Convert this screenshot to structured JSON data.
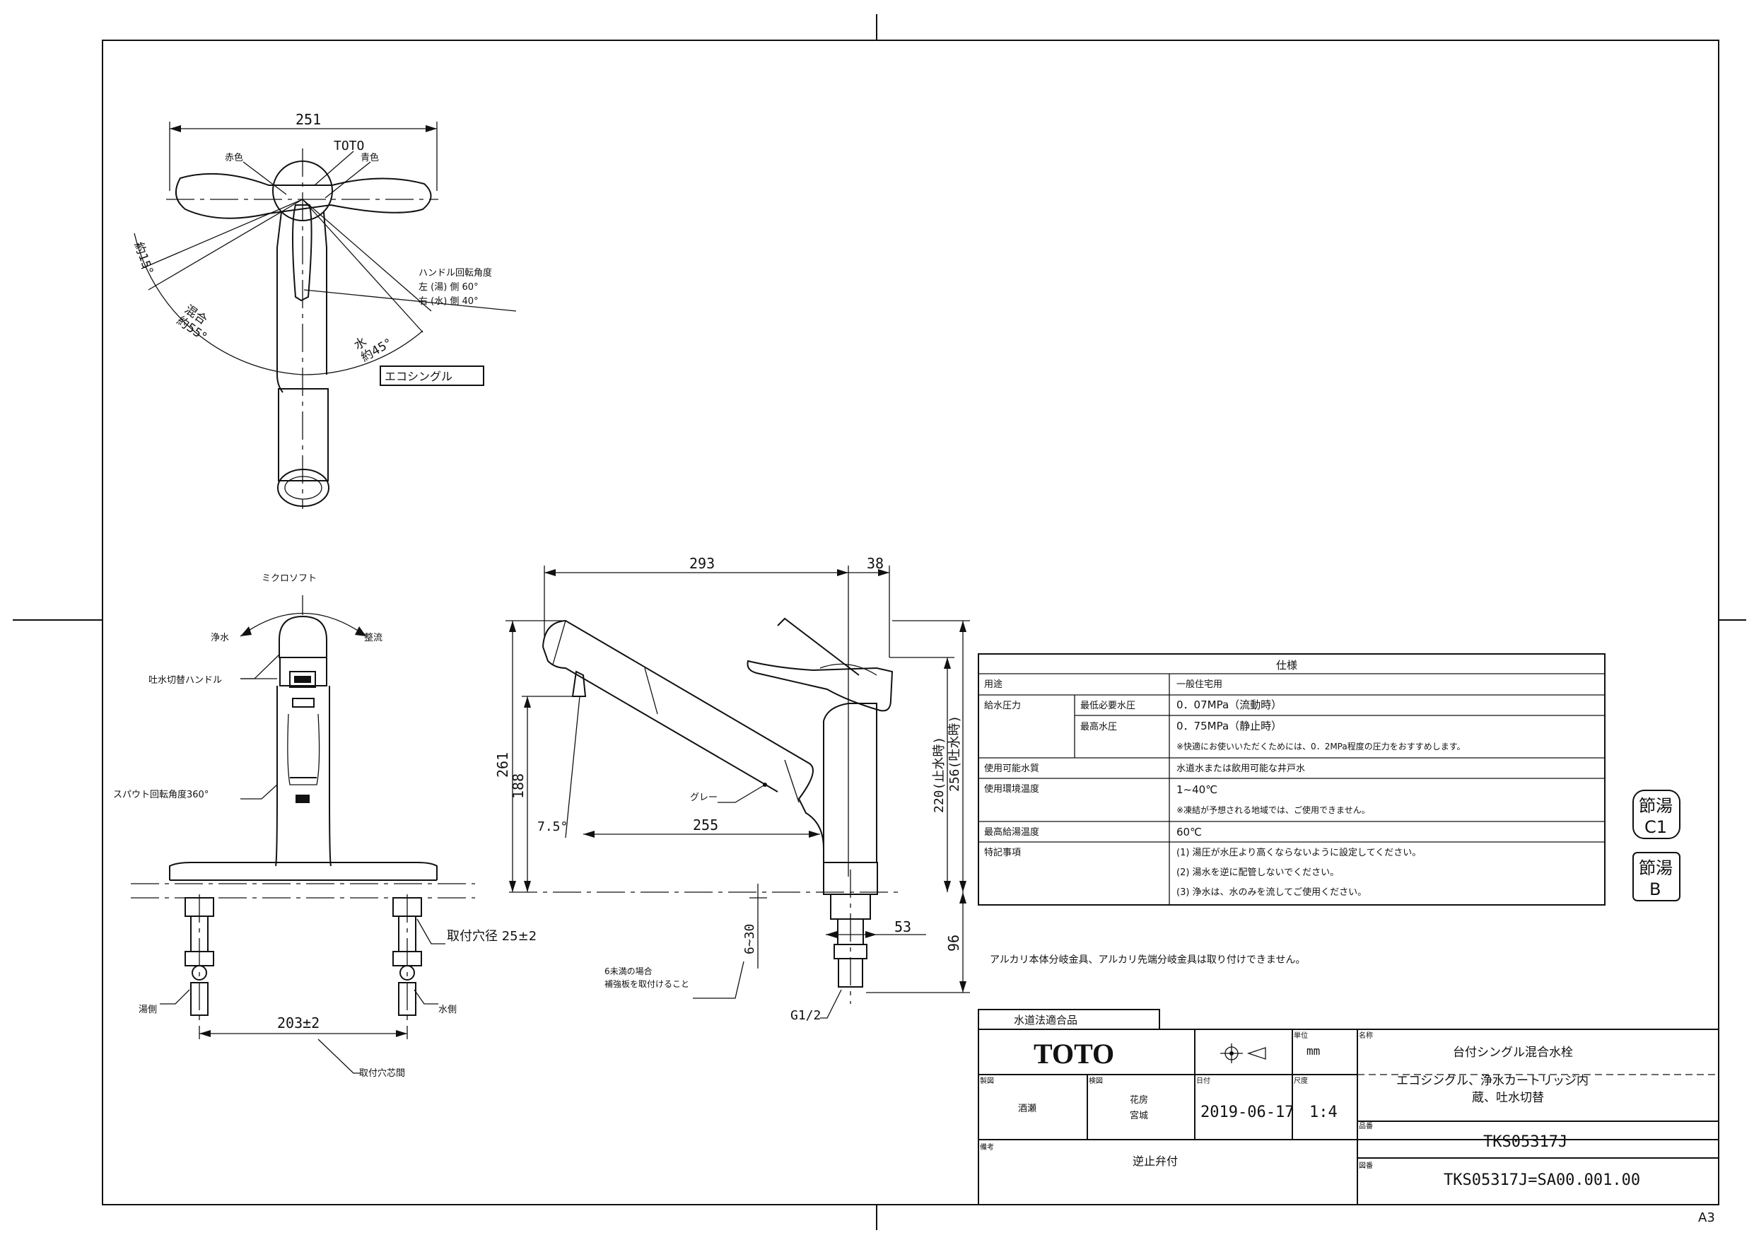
{
  "top_view": {
    "dim_width": "251",
    "red_label": "赤色",
    "brand_mark": "TOTO",
    "blue_label": "青色",
    "angle_15": "約15°",
    "angle_55": "混合\n約55°",
    "angle_45": "水\n約45°",
    "rotation_title": "ハンドル回転角度",
    "rotation_left": "左 (湯) 側  60°",
    "rotation_right": "右 (水) 側  40°",
    "eco_label": "エコシングル"
  },
  "front_view": {
    "micro_soft": "ミクロソフト",
    "purified": "浄水",
    "shower": "整流",
    "switch_handle": "吐水切替ハンドル",
    "spout_rotation": "スパウト回転角度360°",
    "mount_hole": "取付穴径 25±2",
    "hot_side": "湯側",
    "cold_side": "水側",
    "pitch": "203±2",
    "mount_hole_center": "取付穴芯間"
  },
  "side_view": {
    "dim_293": "293",
    "dim_38": "38",
    "dim_261": "261",
    "dim_188": "188",
    "dim_75": "7.5°",
    "dim_255": "255",
    "grey_label": "グレー",
    "dim_220": "220(止水時)",
    "dim_256": "256(吐水時)",
    "dim_53": "53",
    "dim_96": "96",
    "dim_6_30": "6~30",
    "thread": "G1/2",
    "note_6": "6未満の場合\n補強板を取付けること"
  },
  "spec_table": {
    "title": "仕様",
    "rows": [
      {
        "label": "用途",
        "sub": "",
        "value": "一般住宅用"
      },
      {
        "label": "給水圧力",
        "sub": "最低必要水圧",
        "value": "0．07MPa（流動時）"
      },
      {
        "label": "",
        "sub": "最高水圧",
        "value": "0．75MPa（静止時）"
      },
      {
        "label": "",
        "sub": "",
        "value": "※快適にお使いいただくためには、0．2MPa程度の圧力をおすすめします。"
      },
      {
        "label": "使用可能水質",
        "sub": "",
        "value": "水道水または飲用可能な井戸水"
      },
      {
        "label": "使用環境温度",
        "sub": "",
        "value": "1~40℃"
      },
      {
        "label": "",
        "sub": "",
        "value": "※凍結が予想される地域では、ご使用できません。"
      },
      {
        "label": "最高給湯温度",
        "sub": "",
        "value": "60℃"
      },
      {
        "label": "特記事項",
        "sub": "",
        "value": "(1) 湯圧が水圧より高くならないように設定してください。"
      },
      {
        "label": "",
        "sub": "",
        "value": "(2) 湯水を逆に配管しないでください。"
      },
      {
        "label": "",
        "sub": "",
        "value": "(3) 浄水は、水のみを流してご使用ください。"
      }
    ]
  },
  "badges": [
    {
      "top": "節湯",
      "bottom": "C1"
    },
    {
      "top": "節湯",
      "bottom": "B"
    }
  ],
  "alkali_note": "アルカリ本体分岐金具、アルカリ先端分岐金具は取り付けできません。",
  "title_block": {
    "compliance": "水道法適合品",
    "brand": "TOTO",
    "unit_label": "単位",
    "unit": "mm",
    "name_label": "名称",
    "product_name_1": "台付シングル混合水栓",
    "product_name_2": "エコシングル、浄水カートリッジ内",
    "product_name_3": "蔵、吐水切替",
    "design_label": "製図",
    "design_name": "酒瀬",
    "check_label": "検図",
    "check_name_1": "花房",
    "check_name_2": "宮城",
    "date_label": "日付",
    "date": "2019-06-17",
    "scale_label": "尺度",
    "scale": "1:4",
    "model_label": "品番",
    "model": "TKS05317J",
    "remarks_label": "備考",
    "remarks": "逆止弁付",
    "drawing_no_label": "図番",
    "drawing_no": "TKS05317J=SA00.001.00"
  },
  "sheet_size": "A3"
}
